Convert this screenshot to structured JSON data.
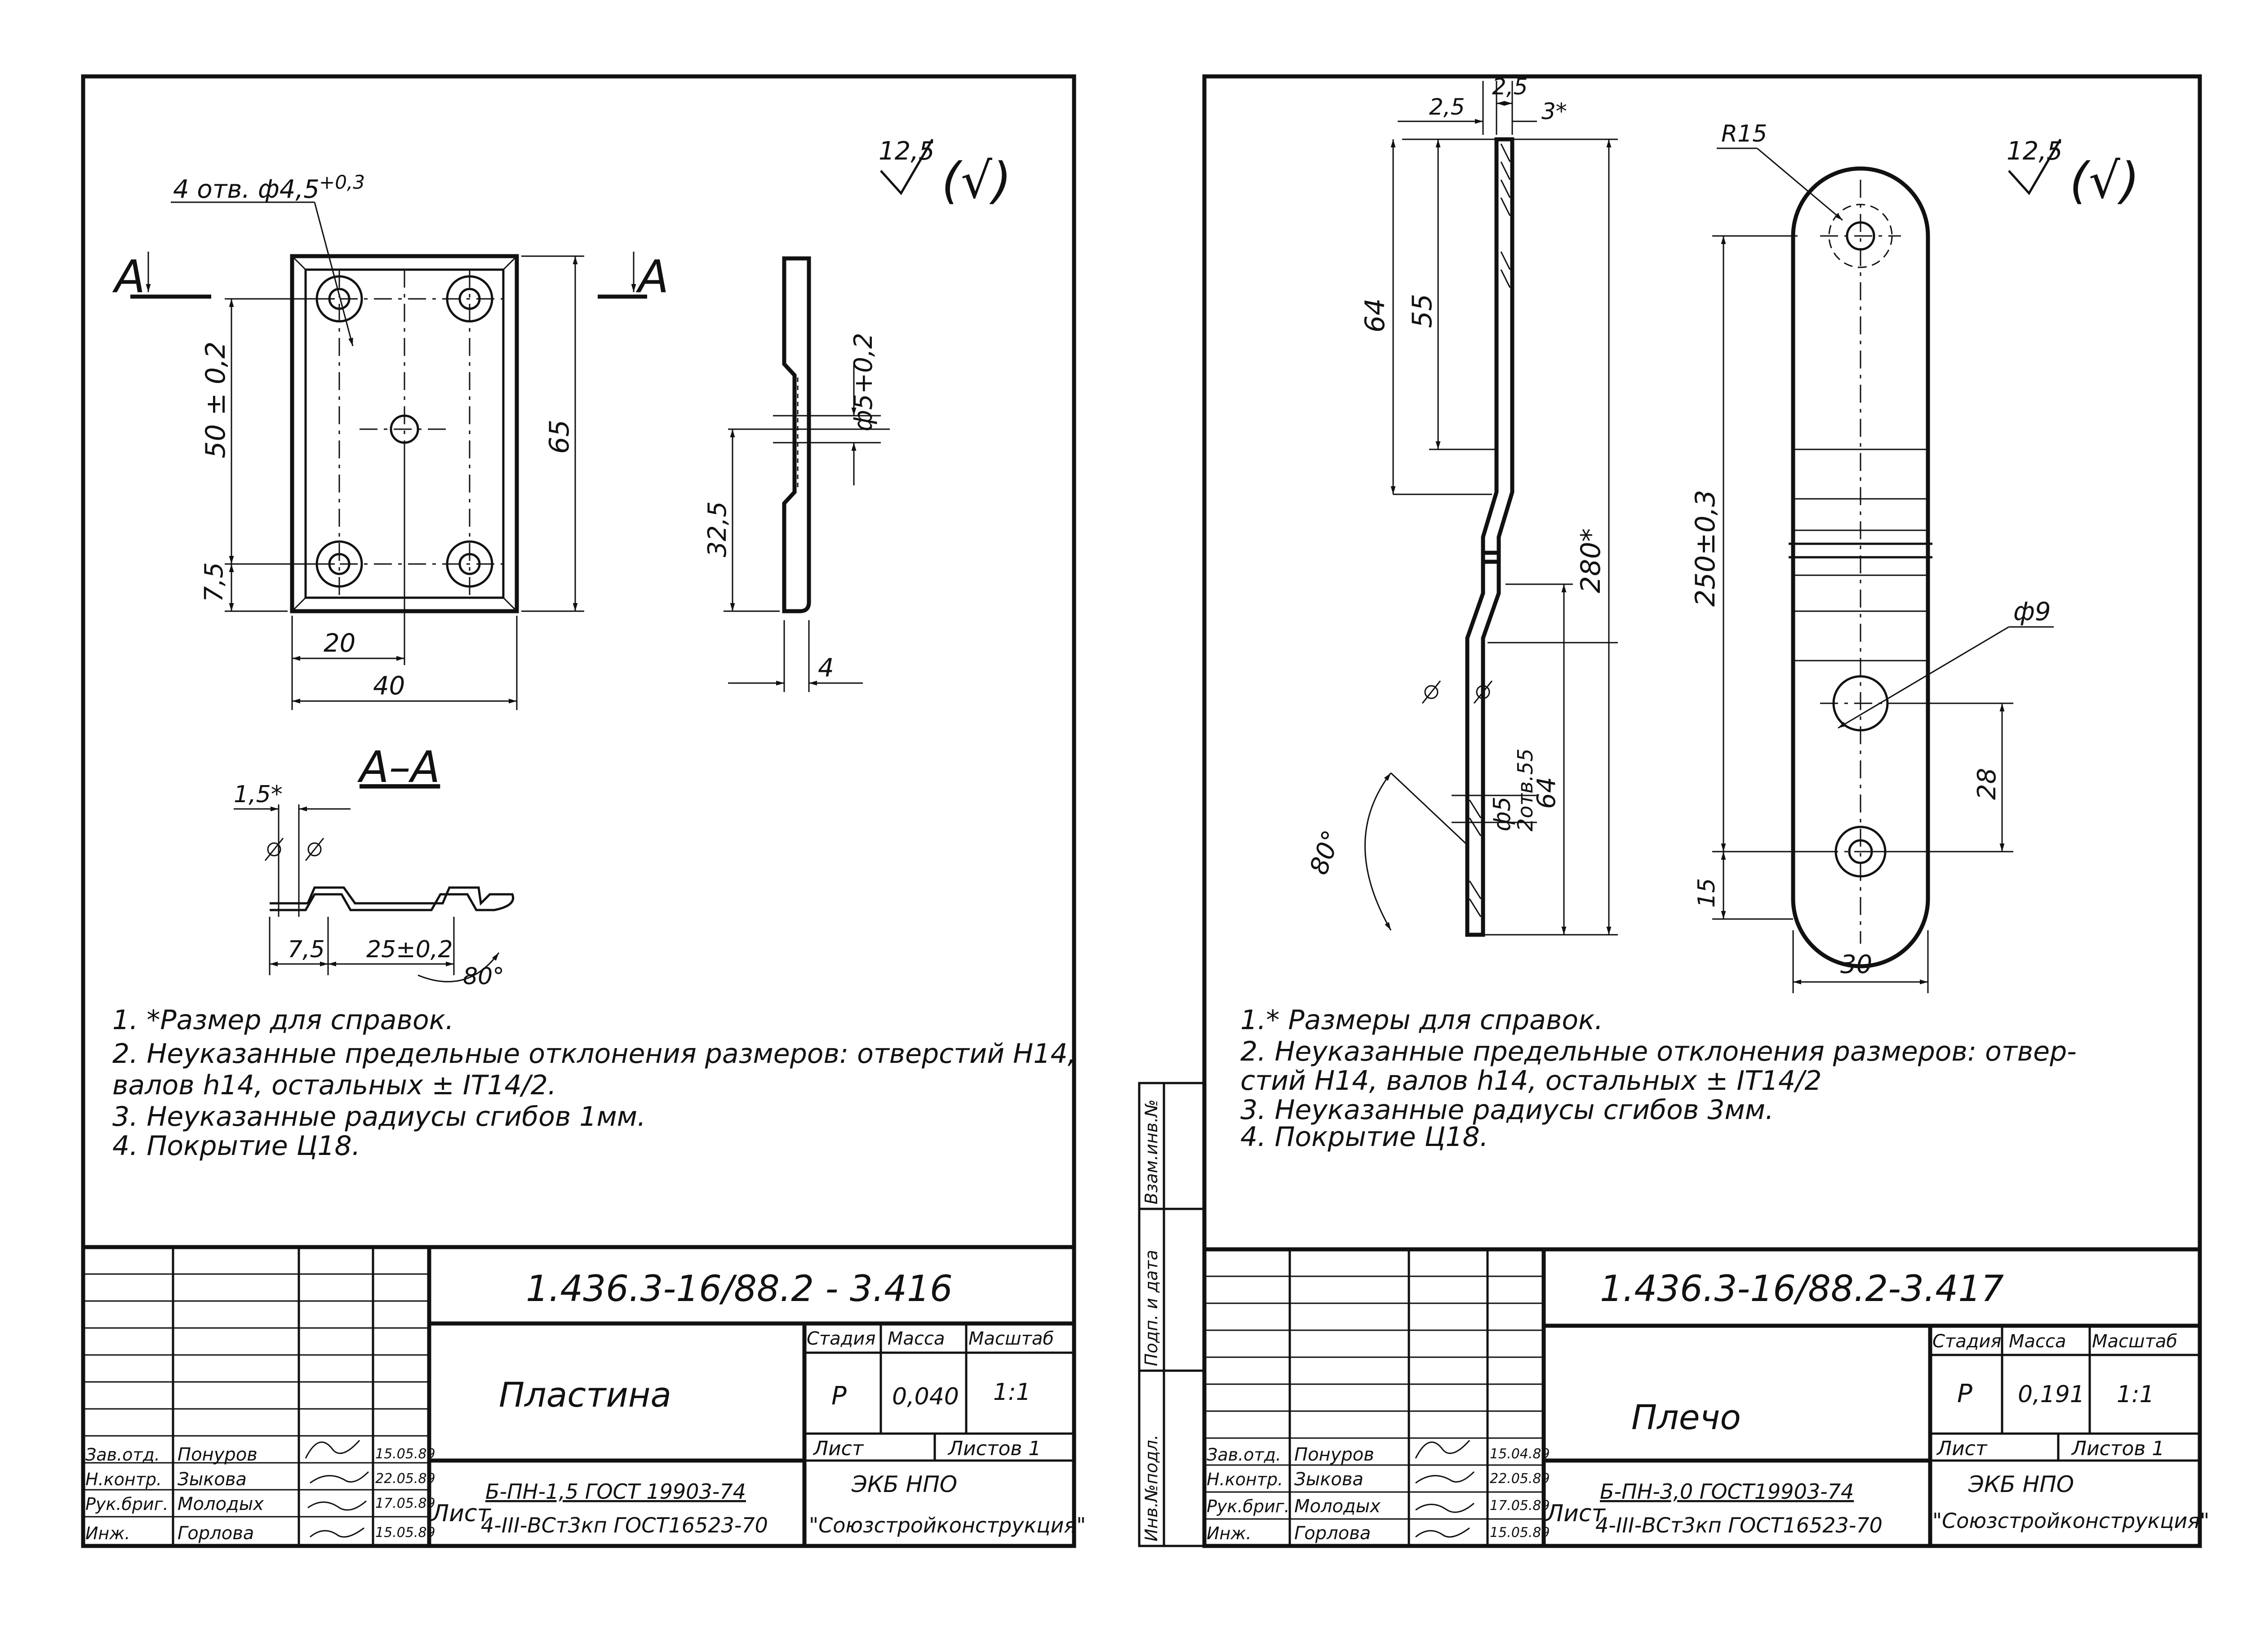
{
  "left_sheet": {
    "roughness": {
      "value": "12,5",
      "paren": "(√)"
    },
    "holes_label": "4 отв. ф4,5",
    "holes_tol": "+0,3",
    "section_marks": [
      "A",
      "A"
    ],
    "dims": {
      "d50": "50 ± 0,2",
      "d65": "65",
      "d75": "7,5",
      "d20": "20",
      "d40": "40",
      "d5": "ф5+0,2",
      "d325": "32,5",
      "d4": "4"
    },
    "section_title": "А–А",
    "section_dims": {
      "d15": "1,5*",
      "d7_5": "7,5",
      "d25": "25±0,2",
      "angle": "80°"
    },
    "notes": [
      "1. *Размер для справок.",
      "2. Неуказанные предельные отклонения размеров: отверстий Н14,",
      "валов h14, остальных ± IT14/2.",
      "3. Неуказанные радиусы сгибов 1мм.",
      "4. Покрытие Ц18."
    ],
    "title_block": {
      "doc_number": "1.436.3-16/88.2 - 3.416",
      "name": "Пластина",
      "headers": {
        "stage": "Стадия",
        "mass": "Масса",
        "scale": "Масштаб"
      },
      "stage": "Р",
      "mass": "0,040",
      "scale": "1:1",
      "sheet": "Лист",
      "sheets": "Листов 1",
      "roles": [
        "Зав.отд.",
        "Н.контр.",
        "Рук.бриг.",
        "Инж."
      ],
      "names": [
        "Понуров",
        "Зыкова",
        "Молодых",
        "Горлова"
      ],
      "dates": [
        "15.05.89",
        "22.05.89",
        "17.05.89",
        "15.05.89"
      ],
      "material_label": "Лист",
      "material_1": "Б-ПН-1,5 ГОСТ 19903-74",
      "material_2": "4-III-ВСт3кп ГОСТ16523-70",
      "org_1": "ЭКБ НПО",
      "org_2": "\"Союзстройконструкция\""
    }
  },
  "right_sheet": {
    "roughness": {
      "value": "12,5",
      "paren": "(√)"
    },
    "dims": {
      "d25a": "2,5",
      "d25b": "2,5",
      "d3": "3*",
      "d64a": "64",
      "d55": "55",
      "d280": "280*",
      "d64b": "64",
      "d5": "ф5",
      "holes": "2отв.55",
      "angle": "80°",
      "r15": "R15",
      "d250": "250±0,3",
      "d9": "ф9",
      "d28": "28",
      "d15": "15",
      "d30": "30"
    },
    "notes": [
      "1.* Размеры для справок.",
      "2. Неуказанные предельные отклонения размеров: отвер-",
      "стий Н14, валов h14, остальных ± IT14/2",
      "3. Неуказанные радиусы сгибов 3мм.",
      "4. Покрытие Ц18."
    ],
    "side_stamps": [
      "Взам.инв.№",
      "Подп. и дата",
      "Инв.№подл."
    ],
    "title_block": {
      "doc_number": "1.436.3-16/88.2-3.417",
      "name": "Плечо",
      "headers": {
        "stage": "Стадия",
        "mass": "Масса",
        "scale": "Масштаб"
      },
      "stage": "Р",
      "mass": "0,191",
      "scale": "1:1",
      "sheet": "Лист",
      "sheets": "Листов 1",
      "roles": [
        "Зав.отд.",
        "Н.контр.",
        "Рук.бриг.",
        "Инж."
      ],
      "names": [
        "Понуров",
        "Зыкова",
        "Молодых",
        "Горлова"
      ],
      "dates": [
        "15.04.89",
        "22.05.89",
        "17.05.89",
        "15.05.89"
      ],
      "material_label": "Лист",
      "material_1": "Б-ПН-3,0 ГОСТ19903-74",
      "material_2": "4-III-ВСт3кп ГОСТ16523-70",
      "org_1": "ЭКБ НПО",
      "org_2": "\"Союзстройконструкция\""
    }
  }
}
